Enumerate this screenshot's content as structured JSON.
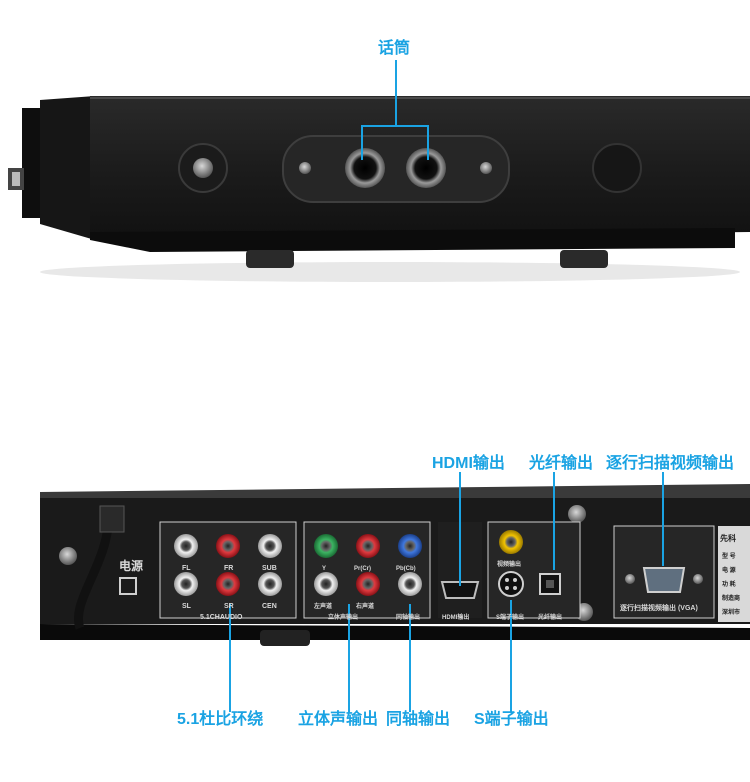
{
  "callouts": {
    "mic": "话筒",
    "hdmi": "HDMI输出",
    "optical": "光纤输出",
    "vga": "逐行扫描视频输出",
    "surround": "5.1杜比环绕",
    "stereo": "立体声输出",
    "coaxial": "同轴输出",
    "s_video": "S端子输出"
  },
  "panel_labels": {
    "power": "电源",
    "fl": "FL",
    "fr": "FR",
    "sub": "SUB",
    "sl": "SL",
    "sr": "SR",
    "cen": "CEN",
    "audio": "5.1CHAUDIO",
    "y": "Y",
    "pr": "Pr(Cr)",
    "pb": "Pb(Cb)",
    "left_ch": "左声道",
    "right_ch": "右声道",
    "stereo_out": "立体声输出",
    "coax_out": "同轴输出",
    "video_out": "视频输出",
    "hdmi_out": "HDMI输出",
    "s_out": "S端子输出",
    "optical_out": "光纤输出",
    "vga_out": "逐行扫描视频输出 (VGA)",
    "brand": "先科",
    "label_1": "型 号",
    "label_2": "电 源",
    "label_3": "功 耗",
    "label_4": "制造商",
    "label_5": "深圳市"
  },
  "colors": {
    "accent": "#1aa3e3",
    "device": "#1b1b1b",
    "jack_red": "#c8232c",
    "jack_green": "#2e9a4f",
    "jack_blue": "#2f62c8",
    "jack_yellow": "#e5b600",
    "jack_white": "#e6e6e6"
  }
}
